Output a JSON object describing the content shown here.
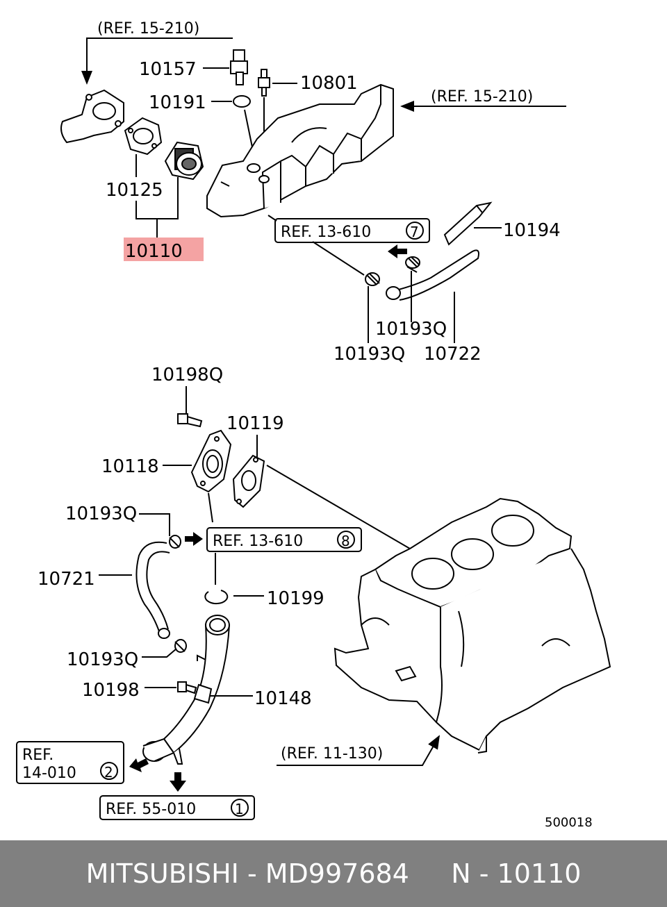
{
  "diagram": {
    "ref_top_left": "(REF. 15-210)",
    "ref_top_right": "(REF. 15-210)",
    "part_10157": "10157",
    "part_10801": "10801",
    "part_10191": "10191",
    "part_10125": "10125",
    "part_10110": "10110",
    "highlight_color": "#f4a3a3",
    "ref_13_610_7": "REF. 13-610",
    "ref_13_610_7_num": "7",
    "part_10194": "10194",
    "part_10193q_a": "10193Q",
    "part_10193q_b": "10193Q",
    "part_10722": "10722",
    "part_10198q": "10198Q",
    "part_10119": "10119",
    "part_10118": "10118",
    "part_10193q_c": "10193Q",
    "ref_13_610_8": "REF. 13-610",
    "ref_13_610_8_num": "8",
    "part_10721": "10721",
    "part_10199": "10199",
    "part_10193q_d": "10193Q",
    "part_10198": "10198",
    "part_10148": "10148",
    "ref_14_010_line1": "REF.",
    "ref_14_010_line2": "14-010",
    "ref_14_010_num": "2",
    "ref_55_010": "REF. 55-010",
    "ref_55_010_num": "1",
    "ref_11_130": "(REF. 11-130)",
    "diagram_code": "500018"
  },
  "footer": {
    "text": "MITSUBISHI - MD997684     N - 10110",
    "background": "#808080"
  }
}
